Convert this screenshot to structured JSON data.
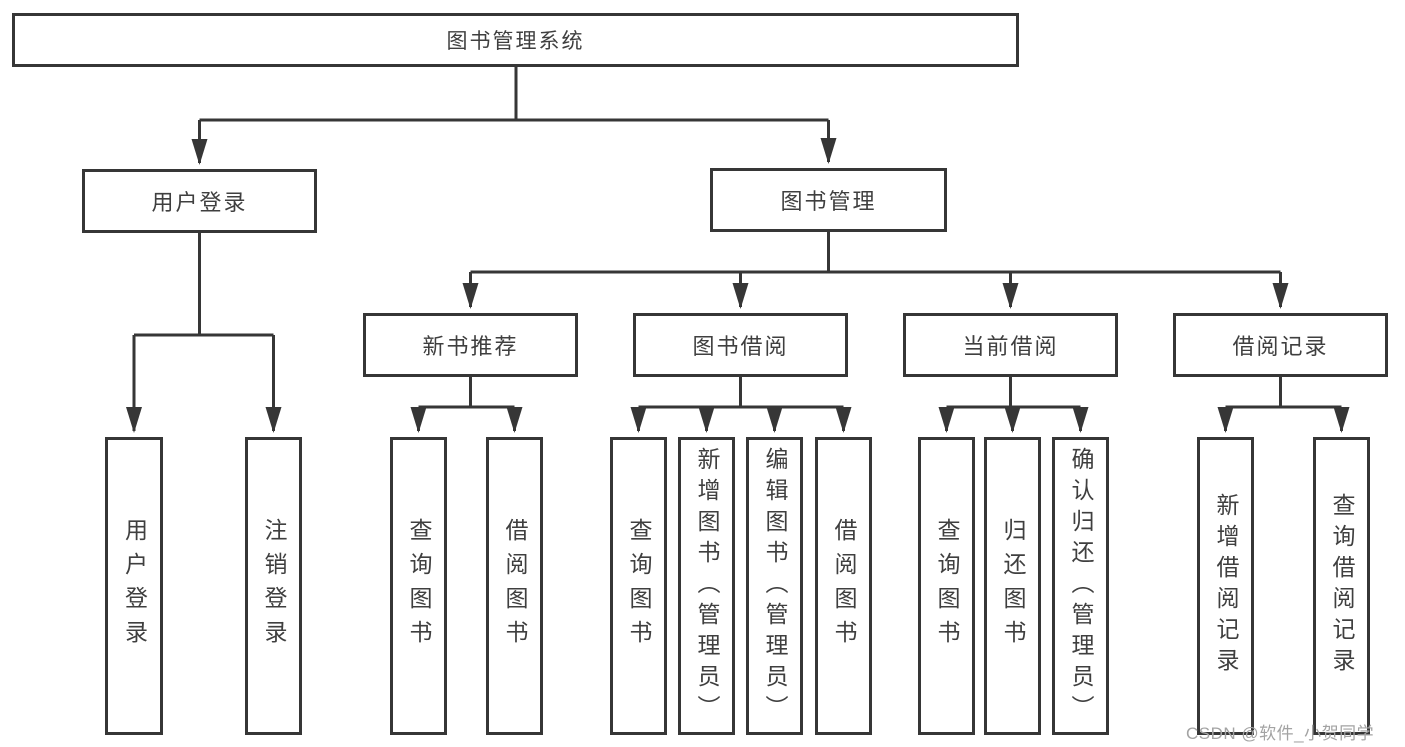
{
  "tree": {
    "root": "图书管理系统",
    "branches": [
      {
        "label": "用户登录",
        "leaves": [
          "用户登录",
          "注销登录"
        ]
      },
      {
        "label": "图书管理",
        "groups": [
          {
            "label": "新书推荐",
            "leaves": [
              "查询图书",
              "借阅图书"
            ]
          },
          {
            "label": "图书借阅",
            "leaves": [
              "查询图书",
              "新增图书（管理员）",
              "编辑图书（管理员）",
              "借阅图书"
            ]
          },
          {
            "label": "当前借阅",
            "leaves": [
              "查询图书",
              "归还图书",
              "确认归还（管理员）"
            ]
          },
          {
            "label": "借阅记录",
            "leaves": [
              "新增借阅记录",
              "查询借阅记录"
            ]
          }
        ]
      }
    ]
  },
  "watermark": "CSDN @软件_小贺同学",
  "colors": {
    "line": "#363636",
    "box_border": "#363636",
    "text": "#3f3f3f",
    "watermark": "#a3a3a3",
    "background": "#ffffff"
  }
}
